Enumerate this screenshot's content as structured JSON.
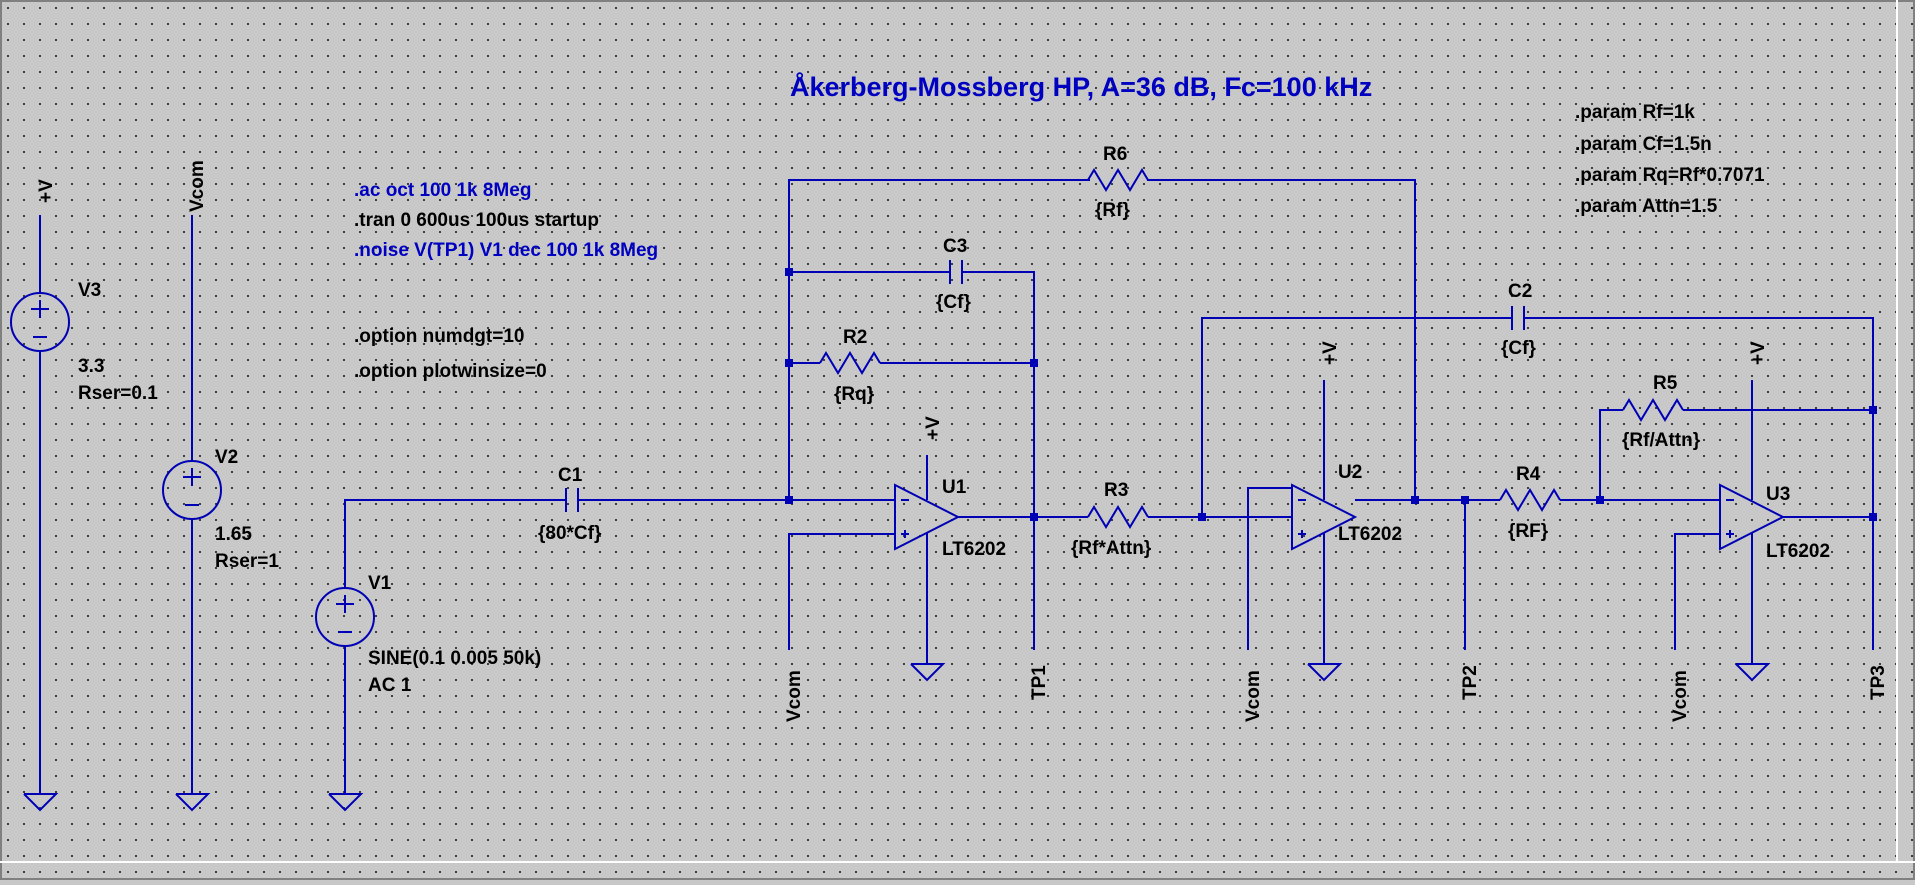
{
  "title": "Åkerberg-Mossberg HP, A=36 dB, Fc=100 kHz",
  "directives": {
    "ac": ".ac oct 100 1k 8Meg",
    "tran": ".tran 0 600us 100us startup",
    "noise": ".noise V(TP1) V1 dec 100 1k 8Meg",
    "opt1": ".option numdgt=10",
    "opt2": ".option plotwinsize=0"
  },
  "params": {
    "p1": ".param Rf=1k",
    "p2": ".param Cf=1.5n",
    "p3": ".param Rq=Rf*0.7071",
    "p4": ".param Attn=1.5"
  },
  "sources": {
    "v3": {
      "name": "V3",
      "value": "3.3",
      "extra": "Rser=0.1",
      "net": "+V"
    },
    "v2": {
      "name": "V2",
      "value": "1.65",
      "extra": "Rser=1",
      "net": "Vcom"
    },
    "v1": {
      "name": "V1",
      "value": "SINE(0.1 0.005 50k)",
      "extra": "AC 1"
    }
  },
  "components": {
    "c1": {
      "name": "C1",
      "value": "{80*Cf}"
    },
    "c2": {
      "name": "C2",
      "value": "{Cf}"
    },
    "c3": {
      "name": "C3",
      "value": "{Cf}"
    },
    "r2": {
      "name": "R2",
      "value": "{Rq}"
    },
    "r3": {
      "name": "R3",
      "value": "{Rf*Attn}"
    },
    "r4": {
      "name": "R4",
      "value": "{RF}"
    },
    "r5": {
      "name": "R5",
      "value": "{Rf/Attn}"
    },
    "r6": {
      "name": "R6",
      "value": "{Rf}"
    },
    "u1": {
      "name": "U1",
      "part": "LT6202"
    },
    "u2": {
      "name": "U2",
      "part": "LT6202"
    },
    "u3": {
      "name": "U3",
      "part": "LT6202"
    }
  },
  "nets": {
    "plusv": "+V",
    "vcom": "Vcom",
    "tp1": "TP1",
    "tp2": "TP2",
    "tp3": "TP3"
  }
}
